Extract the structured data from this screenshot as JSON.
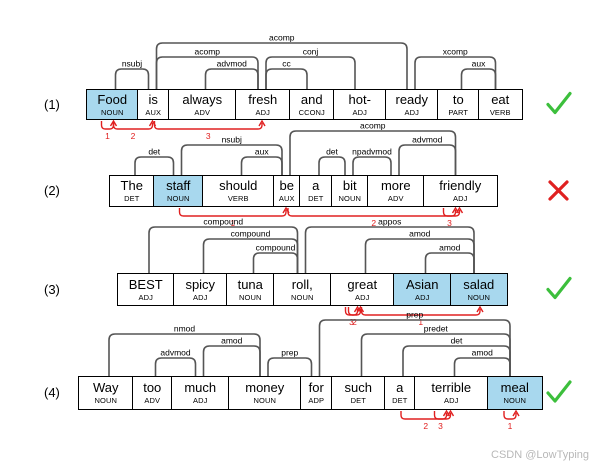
{
  "watermark": "CSDN @LowTyping",
  "colors": {
    "highlight": "#a8d8ee",
    "arc": "#555555",
    "red_path": "#e02020",
    "check": "#3cbf3c",
    "cross": "#e02020"
  },
  "sentences": [
    {
      "label": "(1)",
      "verdict": "check-icon",
      "tokens": [
        {
          "word": "Food",
          "pos": "NOUN",
          "highlight": true
        },
        {
          "word": "is",
          "pos": "AUX"
        },
        {
          "word": "always",
          "pos": "ADV"
        },
        {
          "word": "fresh",
          "pos": "ADJ"
        },
        {
          "word": "and",
          "pos": "CCONJ"
        },
        {
          "word": "hot-",
          "pos": "ADJ"
        },
        {
          "word": "ready",
          "pos": "ADJ"
        },
        {
          "word": "to",
          "pos": "PART"
        },
        {
          "word": "eat",
          "pos": "VERB"
        }
      ],
      "arcs": [
        {
          "label": "nsubj",
          "from": 1,
          "to": 0,
          "level": 1
        },
        {
          "label": "advmod",
          "from": 3,
          "to": 2,
          "level": 1
        },
        {
          "label": "acomp",
          "from": 1,
          "to": 3,
          "level": 2
        },
        {
          "label": "acomp",
          "from": 1,
          "to": 6,
          "level": 3
        },
        {
          "label": "cc",
          "from": 3,
          "to": 4,
          "level": 1
        },
        {
          "label": "conj",
          "from": 3,
          "to": 5,
          "level": 2
        },
        {
          "label": "xcomp",
          "from": 6,
          "to": 8,
          "level": 2
        },
        {
          "label": "aux",
          "from": 8,
          "to": 7,
          "level": 1
        }
      ],
      "red": [
        {
          "label": "1",
          "from": 0,
          "to": 0
        },
        {
          "label": "2",
          "from": 0,
          "to": 1
        },
        {
          "label": "3",
          "from": 1,
          "to": 3
        }
      ]
    },
    {
      "label": "(2)",
      "verdict": "cross-icon",
      "tokens": [
        {
          "word": "The",
          "pos": "DET"
        },
        {
          "word": "staff",
          "pos": "NOUN",
          "highlight": true
        },
        {
          "word": "should",
          "pos": "VERB"
        },
        {
          "word": "be",
          "pos": "AUX"
        },
        {
          "word": "a",
          "pos": "DET"
        },
        {
          "word": "bit",
          "pos": "NOUN"
        },
        {
          "word": "more",
          "pos": "ADV"
        },
        {
          "word": "friendly",
          "pos": "ADJ"
        }
      ],
      "arcs": [
        {
          "label": "det",
          "from": 1,
          "to": 0,
          "level": 1
        },
        {
          "label": "nsubj",
          "from": 3,
          "to": 1,
          "level": 2
        },
        {
          "label": "aux",
          "from": 3,
          "to": 2,
          "level": 1
        },
        {
          "label": "acomp",
          "from": 3,
          "to": 7,
          "level": 3
        },
        {
          "label": "det",
          "from": 5,
          "to": 4,
          "level": 1
        },
        {
          "label": "npadvmod",
          "from": 6,
          "to": 5,
          "level": 1
        },
        {
          "label": "advmod",
          "from": 7,
          "to": 6,
          "level": 2
        }
      ],
      "red": [
        {
          "label": "1",
          "from": 1,
          "to": 3
        },
        {
          "label": "2",
          "from": 3,
          "to": 7
        },
        {
          "label": "3",
          "from": 7,
          "to": 7
        }
      ]
    },
    {
      "label": "(3)",
      "verdict": "check-icon",
      "tokens": [
        {
          "word": "BEST",
          "pos": "ADJ"
        },
        {
          "word": "spicy",
          "pos": "ADJ"
        },
        {
          "word": "tuna",
          "pos": "NOUN"
        },
        {
          "word": "roll,",
          "pos": "NOUN"
        },
        {
          "word": "great",
          "pos": "ADJ"
        },
        {
          "word": "Asian",
          "pos": "ADJ",
          "highlight": true
        },
        {
          "word": "salad",
          "pos": "NOUN",
          "highlight": true
        }
      ],
      "arcs": [
        {
          "label": "compound",
          "from": 3,
          "to": 0,
          "level": 3
        },
        {
          "label": "compound",
          "from": 3,
          "to": 1,
          "level": 2
        },
        {
          "label": "compound",
          "from": 3,
          "to": 2,
          "level": 1
        },
        {
          "label": "appos",
          "from": 3,
          "to": 6,
          "level": 3
        },
        {
          "label": "amod",
          "from": 6,
          "to": 4,
          "level": 2
        },
        {
          "label": "amod",
          "from": 6,
          "to": 5,
          "level": 1
        }
      ],
      "red": [
        {
          "label": "1",
          "from": 6,
          "to": 4
        },
        {
          "label": "2",
          "from": 4,
          "to": 4
        },
        {
          "label": "3",
          "from": 4,
          "to": 4
        }
      ]
    },
    {
      "label": "(4)",
      "verdict": "check-icon",
      "tokens": [
        {
          "word": "Way",
          "pos": "NOUN"
        },
        {
          "word": "too",
          "pos": "ADV"
        },
        {
          "word": "much",
          "pos": "ADJ"
        },
        {
          "word": "money",
          "pos": "NOUN"
        },
        {
          "word": "for",
          "pos": "ADP"
        },
        {
          "word": "such",
          "pos": "DET"
        },
        {
          "word": "a",
          "pos": "DET"
        },
        {
          "word": "terrible",
          "pos": "ADJ"
        },
        {
          "word": "meal",
          "pos": "NOUN",
          "highlight": true
        }
      ],
      "arcs": [
        {
          "label": "nmod",
          "from": 3,
          "to": 0,
          "level": 3
        },
        {
          "label": "advmod",
          "from": 2,
          "to": 1,
          "level": 1
        },
        {
          "label": "amod",
          "from": 3,
          "to": 2,
          "level": 2
        },
        {
          "label": "prep",
          "from": 3,
          "to": 4,
          "level": 1
        },
        {
          "label": "prep",
          "from": 4,
          "to": 8,
          "level": 4
        },
        {
          "label": "predet",
          "from": 8,
          "to": 5,
          "level": 3
        },
        {
          "label": "det",
          "from": 8,
          "to": 6,
          "level": 2
        },
        {
          "label": "amod",
          "from": 8,
          "to": 7,
          "level": 1
        }
      ],
      "red": [
        {
          "label": "1",
          "from": 8,
          "to": 8
        },
        {
          "label": "2",
          "from": 6,
          "to": 7
        },
        {
          "label": "3",
          "from": 7,
          "to": 7
        }
      ]
    }
  ]
}
